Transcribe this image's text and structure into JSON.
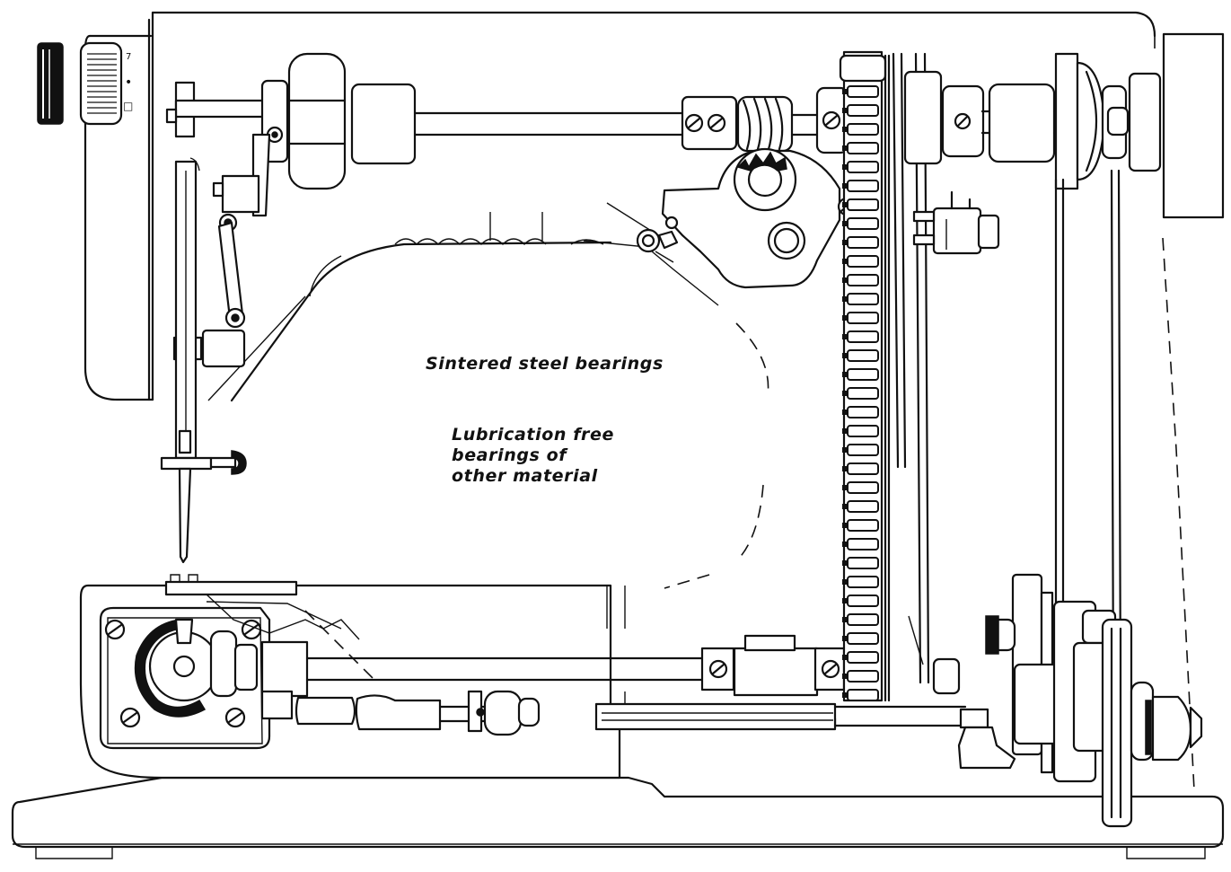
{
  "diagram": {
    "labels": {
      "sintered_steel": "Sintered steel bearings",
      "lubrication_free": [
        "Lubrication free",
        "bearings of",
        "other material"
      ]
    },
    "dial_marks": [
      "7",
      "•",
      "□"
    ]
  }
}
